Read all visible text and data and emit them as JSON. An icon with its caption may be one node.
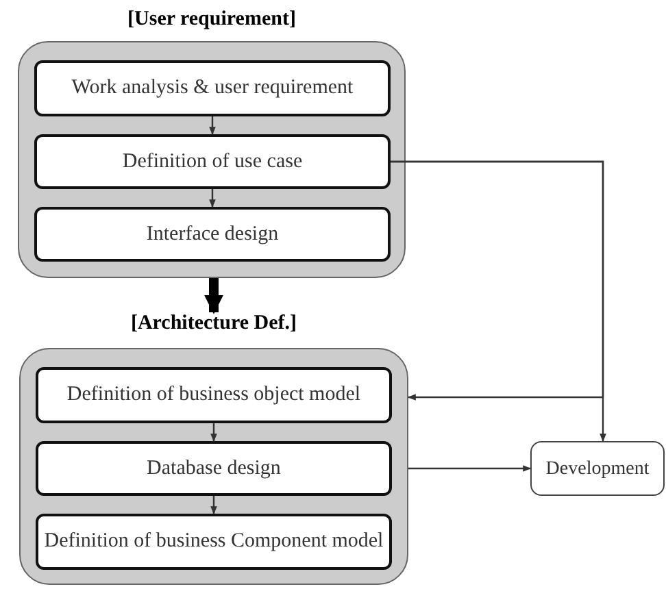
{
  "diagram": {
    "nodes": [
      {
        "text": [
          "[User requirement]"
        ]
      },
      {
        "text": [
          "Work analysis & user requirement"
        ],
        "in": 0
      },
      {
        "text": [
          "Definition of use case"
        ],
        "in": 0
      },
      {
        "text": [
          "Interface design"
        ],
        "in": 0
      },
      {
        "text": [
          "[Architecture Def.]"
        ]
      },
      {
        "text": [
          "Definition of business object model"
        ],
        "in": 4
      },
      {
        "text": [
          "Database design"
        ],
        "in": 4
      },
      {
        "text": [
          "Definition of business Component model"
        ],
        "in": 4
      },
      {
        "text": [
          "Development"
        ]
      }
    ],
    "edges": [
      {
        "from": 1,
        "to": 2,
        "arrow": "to"
      },
      {
        "from": 2,
        "to": 3,
        "arrow": "to"
      },
      {
        "from": 0,
        "to": 4,
        "arrow": "to",
        "style": "thick"
      },
      {
        "from": 5,
        "to": 6,
        "arrow": "to"
      },
      {
        "from": 6,
        "to": 7,
        "arrow": "to"
      },
      {
        "from": 2,
        "to": 4,
        "arrow": "to"
      },
      {
        "from": 2,
        "to": 8,
        "arrow": "to"
      },
      {
        "from": 4,
        "to": 8,
        "arrow": "to"
      }
    ]
  }
}
